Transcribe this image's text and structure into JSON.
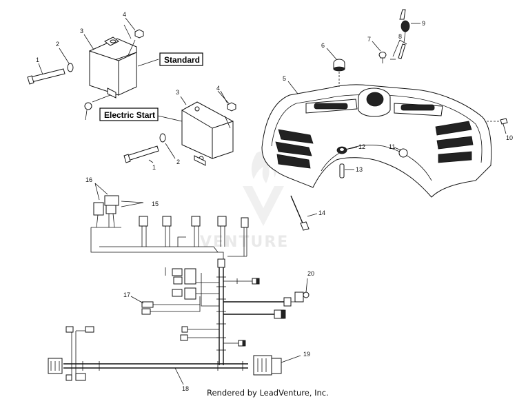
{
  "labels": {
    "standard": "Standard",
    "electric_start": "Electric Start"
  },
  "callouts": {
    "n1": "1",
    "n2": "2",
    "n3": "3",
    "n4": "4",
    "n1b": "1",
    "n2b": "2",
    "n3b": "3",
    "n4b": "4",
    "n5": "5",
    "n6": "6",
    "n7": "7",
    "n8": "8",
    "n9": "9",
    "n10": "10",
    "n11": "11",
    "n12": "12",
    "n13": "13",
    "n14": "14",
    "n15": "15",
    "n16": "16",
    "n17": "17",
    "n18": "18",
    "n19": "19",
    "n20": "20"
  },
  "watermark": "VENTURE",
  "footer": "Rendered by LeadVenture, Inc."
}
